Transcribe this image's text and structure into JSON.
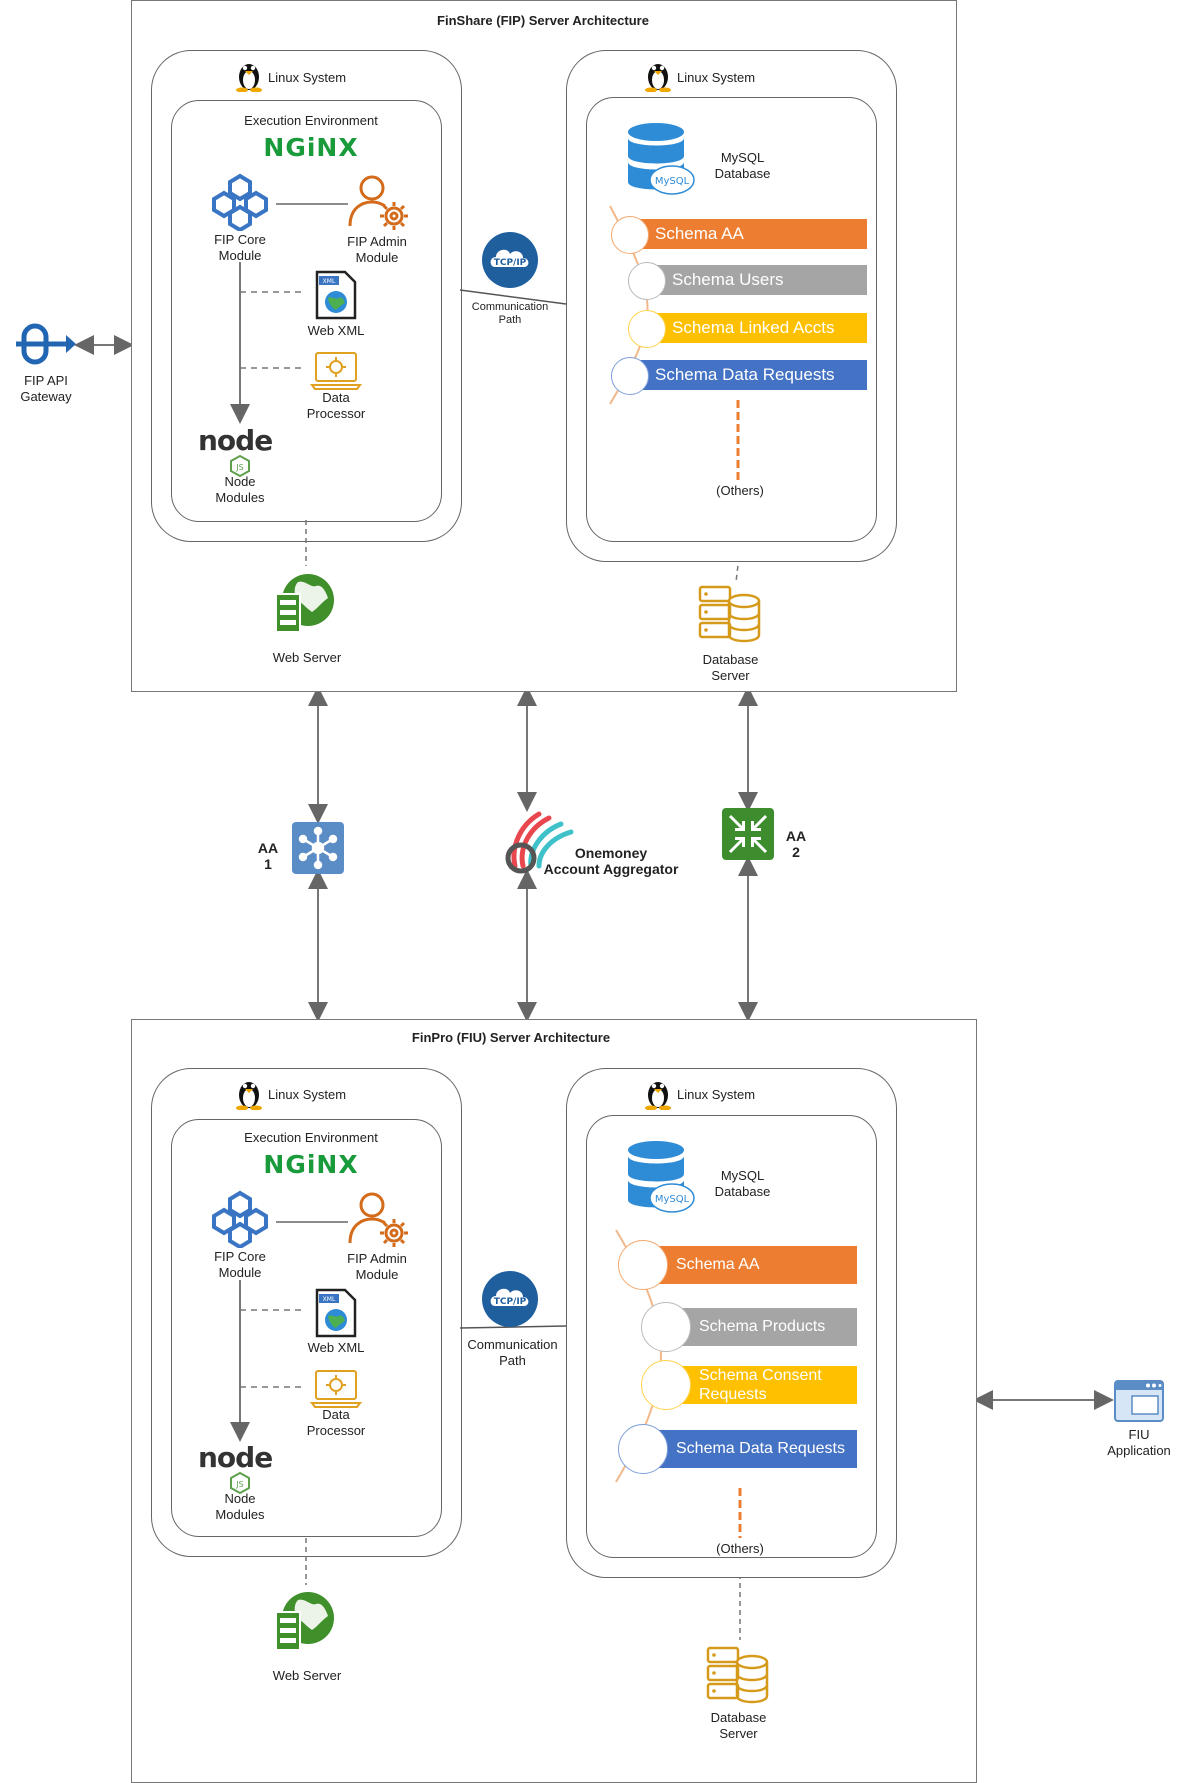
{
  "fip": {
    "title": "FinShare (FIP) Server Architecture",
    "left_os": "Linux System",
    "right_os": "Linux System",
    "exec_env": "Execution Environment",
    "nginx": "NGiNX",
    "core_module": "FIP Core\nModule",
    "admin_module": "FIP Admin\nModule",
    "web_xml": "Web XML",
    "data_processor": "Data\nProcessor",
    "node_modules": "Node\nModules",
    "web_server": "Web Server",
    "tcpip": "TCP/IP",
    "comm_path": "Communication\nPath",
    "mysql": "MySQL\nDatabase",
    "schemas": [
      {
        "label": "Schema AA",
        "color": "#ed7d31"
      },
      {
        "label": "Schema Users",
        "color": "#a5a5a5"
      },
      {
        "label": "Schema Linked Accts",
        "color": "#ffc000"
      },
      {
        "label": "Schema Data Requests",
        "color": "#4472c4"
      }
    ],
    "others": "(Others)",
    "db_server": "Database\nServer"
  },
  "gateway": "FIP API\nGateway",
  "aa1": "AA\n1",
  "aa2": "AA\n2",
  "onemoney": "Onemoney\nAccount Aggregator",
  "fiu": {
    "title": "FinPro (FIU) Server Architecture",
    "left_os": "Linux System",
    "right_os": "Linux System",
    "exec_env": "Execution Environment",
    "nginx": "NGiNX",
    "core_module": "FIP Core\nModule",
    "admin_module": "FIP Admin\nModule",
    "web_xml": "Web XML",
    "data_processor": "Data\nProcessor",
    "node_modules": "Node\nModules",
    "web_server": "Web Server",
    "tcpip": "TCP/IP",
    "comm_path": "Communication\nPath",
    "mysql": "MySQL\nDatabase",
    "schemas": [
      {
        "label": "Schema AA",
        "color": "#ed7d31"
      },
      {
        "label": "Schema Products",
        "color": "#a5a5a5"
      },
      {
        "label": "Schema Consent Requests",
        "color": "#ffc000"
      },
      {
        "label": "Schema Data Requests",
        "color": "#4472c4"
      }
    ],
    "others": "(Others)",
    "db_server": "Database\nServer"
  },
  "fiu_app": "FIU\nApplication",
  "colors": {
    "nginx_green": "#1a9b3b",
    "module_blue": "#3a75c4",
    "admin_orange": "#d36b1a",
    "web_green": "#3f8f2b",
    "db_gold": "#d69a1a",
    "tcp_blue": "#1f5f9e",
    "aa1_blue": "#5a8cc6",
    "aa2_green": "#3d8d2f"
  }
}
